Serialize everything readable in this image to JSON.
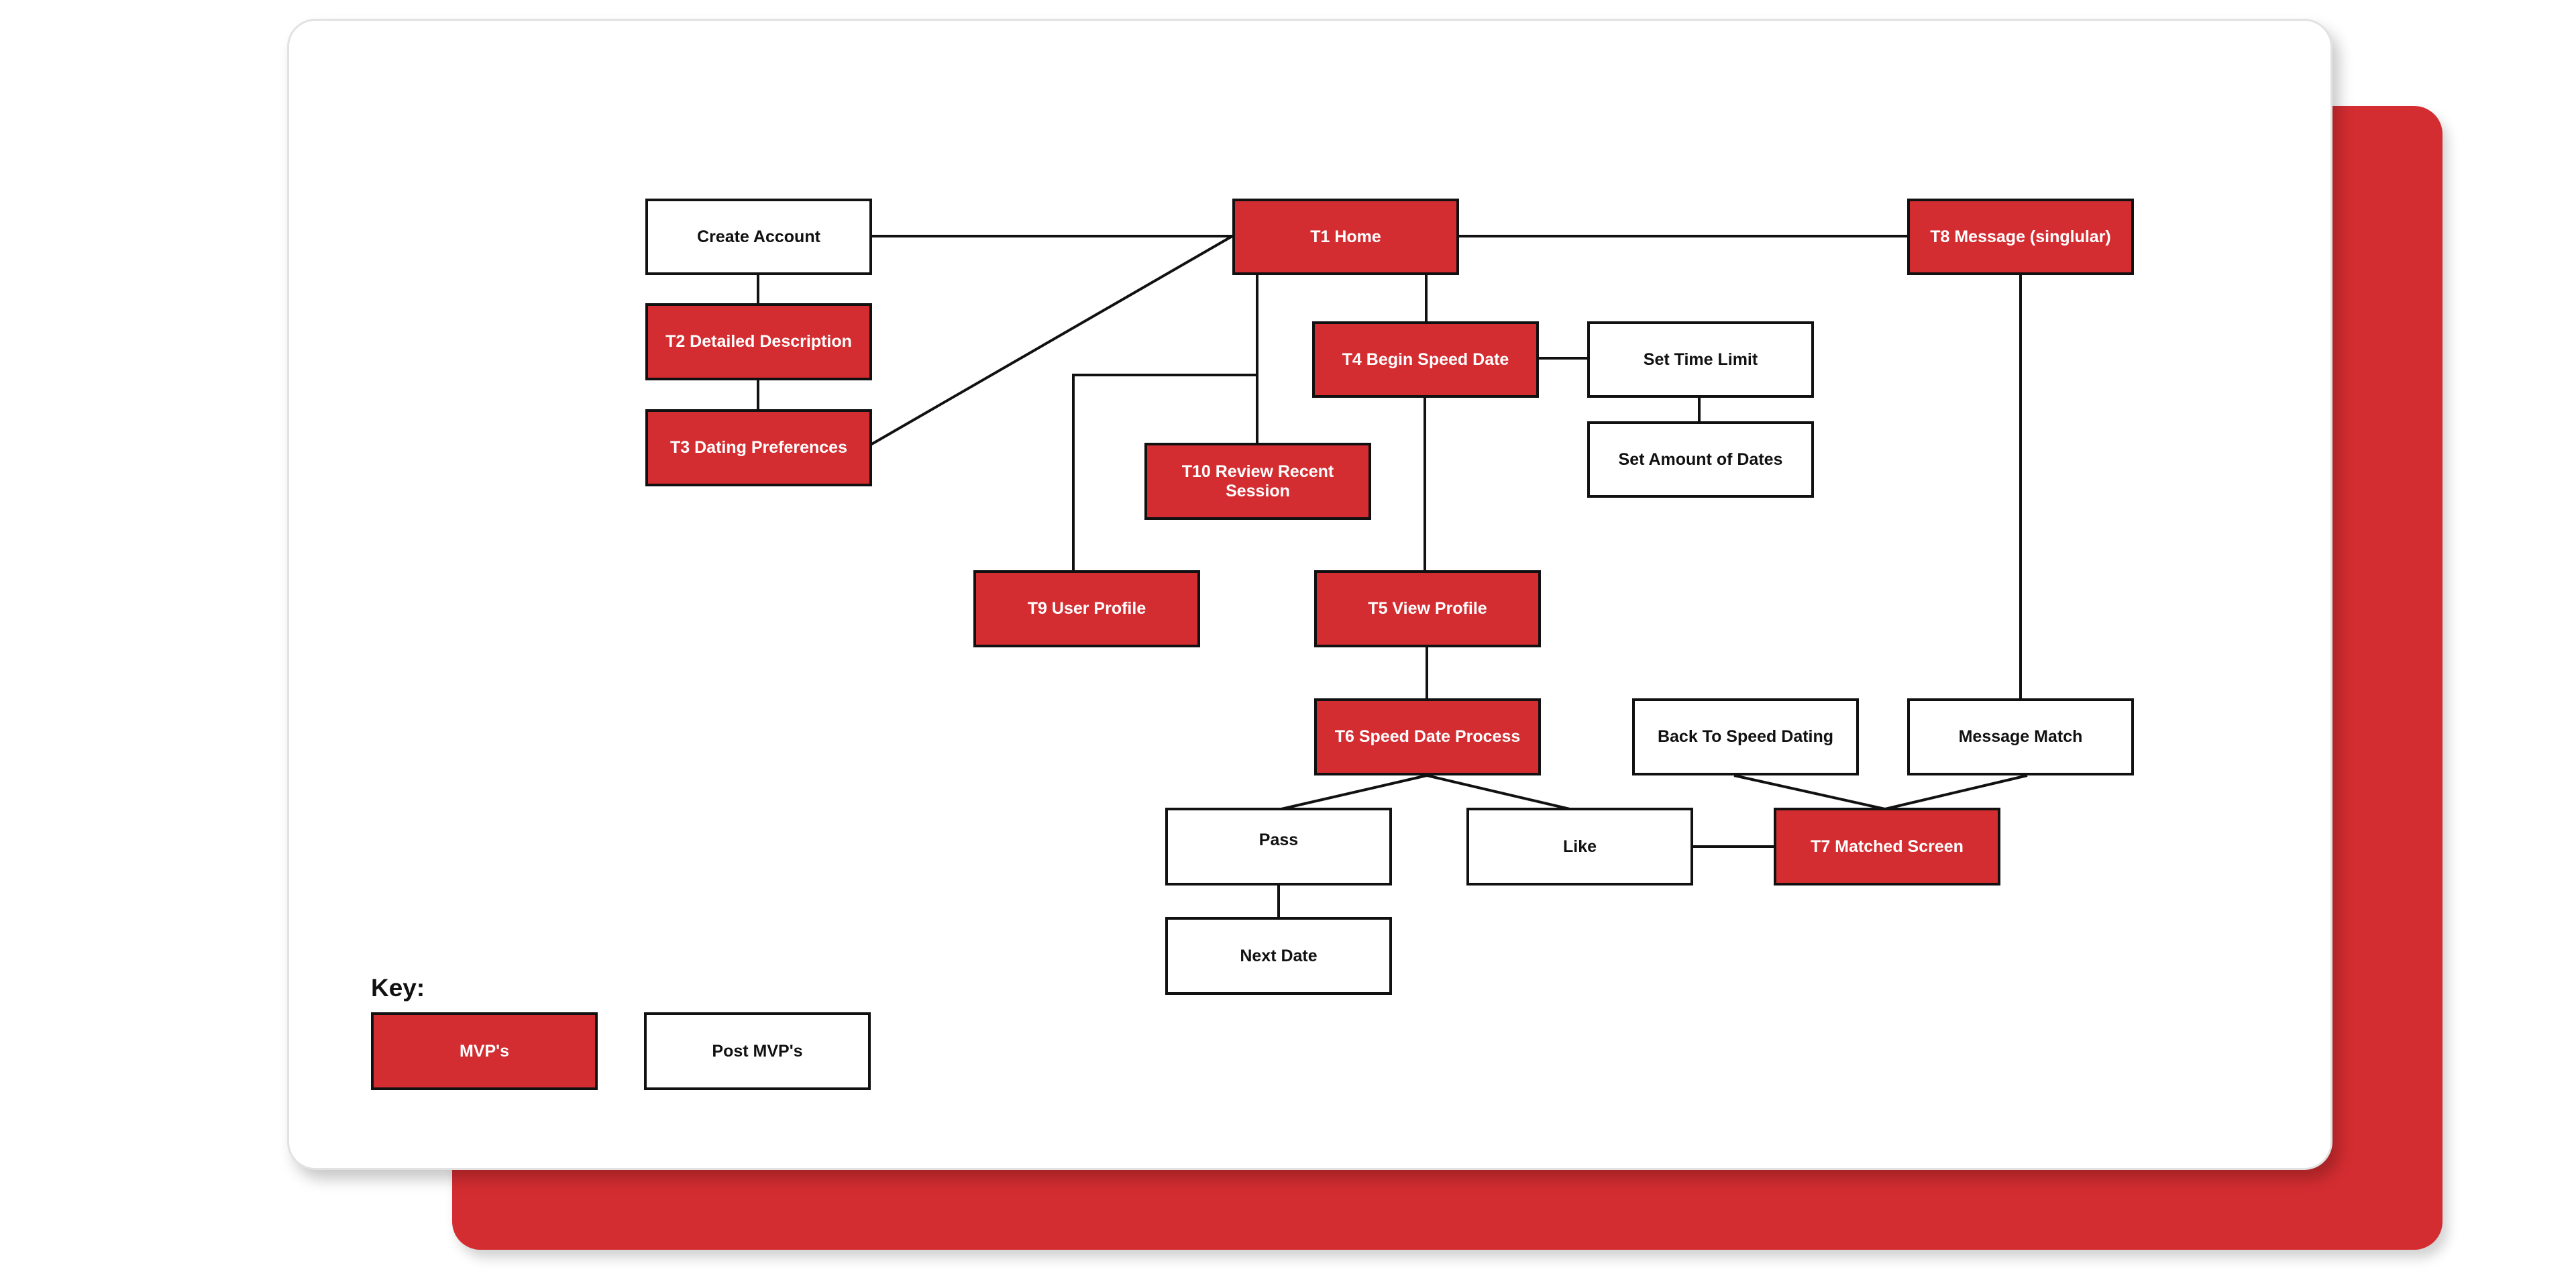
{
  "diagram": {
    "nodes": {
      "create_account": "Create Account",
      "t1_home": "T1 Home",
      "t8_message": "T8 Message (singlular)",
      "t2_detailed_description": "T2 Detailed Description",
      "t3_dating_preferences": "T3 Dating Preferences",
      "t4_begin_speed_date": "T4 Begin Speed Date",
      "set_time_limit": "Set Time Limit",
      "set_amount_of_dates": "Set Amount of Dates",
      "t10_review_recent_session": "T10 Review Recent Session",
      "t9_user_profile": "T9 User Profile",
      "t5_view_profile": "T5 View Profile",
      "t6_speed_date_process": "T6 Speed Date Process",
      "back_to_speed_dating": "Back To Speed Dating",
      "message_match": "Message Match",
      "pass": "Pass",
      "like": "Like",
      "t7_matched_screen": "T7 Matched Screen",
      "next_date": "Next Date"
    },
    "edges": [
      [
        "create_account",
        "t1_home"
      ],
      [
        "t1_home",
        "t8_message"
      ],
      [
        "create_account",
        "t2_detailed_description"
      ],
      [
        "t2_detailed_description",
        "t3_dating_preferences"
      ],
      [
        "t3_dating_preferences",
        "t1_home"
      ],
      [
        "t1_home",
        "t10_review_recent_session"
      ],
      [
        "t1_home",
        "t9_user_profile"
      ],
      [
        "t1_home",
        "t4_begin_speed_date"
      ],
      [
        "t4_begin_speed_date",
        "set_time_limit"
      ],
      [
        "set_time_limit",
        "set_amount_of_dates"
      ],
      [
        "t4_begin_speed_date",
        "t5_view_profile"
      ],
      [
        "t5_view_profile",
        "t6_speed_date_process"
      ],
      [
        "t6_speed_date_process",
        "pass"
      ],
      [
        "t6_speed_date_process",
        "like"
      ],
      [
        "pass",
        "next_date"
      ],
      [
        "like",
        "t7_matched_screen"
      ],
      [
        "t7_matched_screen",
        "back_to_speed_dating"
      ],
      [
        "t7_matched_screen",
        "message_match"
      ],
      [
        "t8_message",
        "message_match"
      ]
    ],
    "node_types": {
      "mvp": [
        "t1_home",
        "t8_message",
        "t2_detailed_description",
        "t3_dating_preferences",
        "t4_begin_speed_date",
        "t10_review_recent_session",
        "t9_user_profile",
        "t5_view_profile",
        "t6_speed_date_process",
        "t7_matched_screen"
      ],
      "post_mvp": [
        "create_account",
        "set_time_limit",
        "set_amount_of_dates",
        "back_to_speed_dating",
        "message_match",
        "pass",
        "like",
        "next_date"
      ]
    }
  },
  "key": {
    "title": "Key:",
    "mvp_label": "MVP's",
    "post_mvp_label": "Post MVP's"
  },
  "colors": {
    "mvp_fill": "#d42d31",
    "post_mvp_fill": "#ffffff",
    "accent_red": "#d42d31",
    "line": "#111111"
  }
}
